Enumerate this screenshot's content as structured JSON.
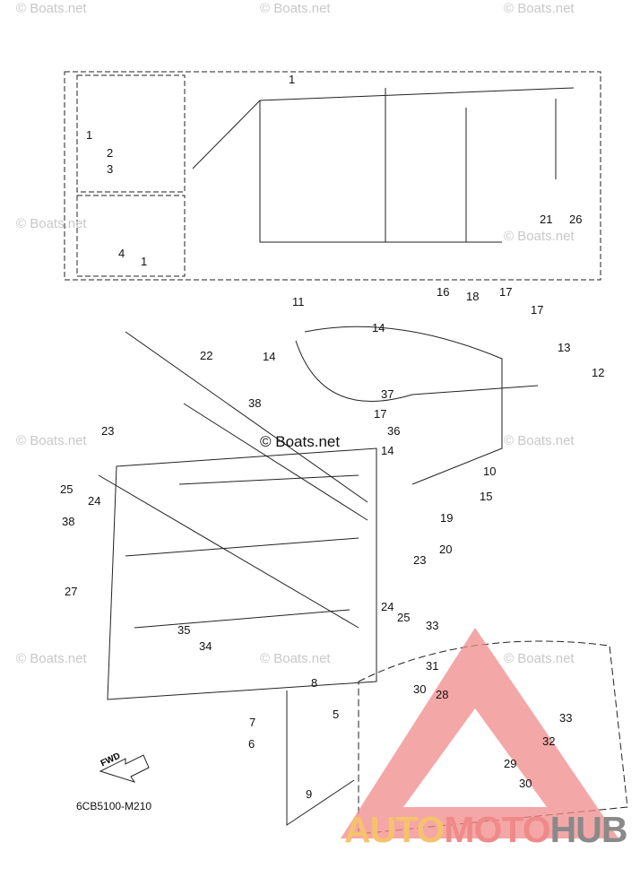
{
  "diagram": {
    "code": "6CB5100-M210",
    "fwd_label": "FWD",
    "watermark": "© Boats.net",
    "brand": {
      "part1": "AUTO",
      "part2": "MOTO",
      "part3": "HUB"
    },
    "callouts": [
      "1",
      "1",
      "2",
      "3",
      "4",
      "1",
      "21",
      "26",
      "11",
      "16",
      "18",
      "17",
      "17",
      "13",
      "12",
      "14",
      "14",
      "22",
      "38",
      "37",
      "17",
      "36",
      "14",
      "10",
      "15",
      "19",
      "20",
      "23",
      "25",
      "24",
      "38",
      "27",
      "35",
      "34",
      "23",
      "24",
      "25",
      "33",
      "31",
      "8",
      "5",
      "7",
      "6",
      "9",
      "30",
      "28",
      "33",
      "32",
      "29",
      "30"
    ]
  },
  "colors": {
    "logo_red": "#f08a8a",
    "logo_orange": "#f6c26d",
    "logo_gray": "#8a8a8a"
  }
}
